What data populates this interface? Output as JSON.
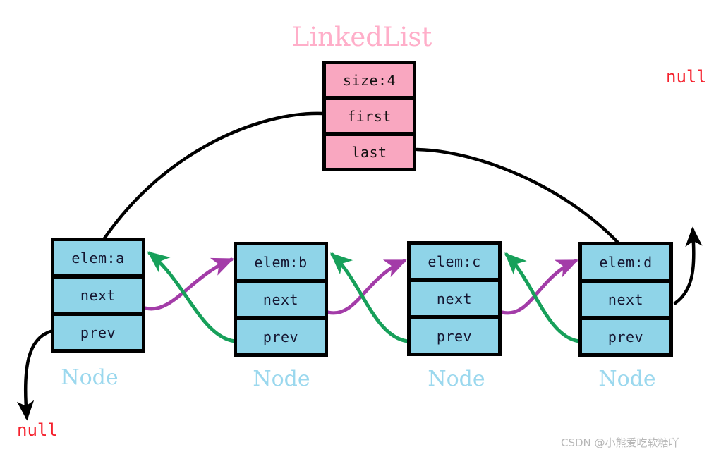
{
  "diagram": {
    "title": "LinkedList",
    "title_color": "#ffaec9",
    "struct": {
      "fill": "#f9a7c0",
      "fields": [
        {
          "label": "size:4"
        },
        {
          "label": "first"
        },
        {
          "label": "last"
        }
      ]
    },
    "node_fill": "#8fd4e8",
    "node_label": "Node",
    "node_label_color": "#9bd8ee",
    "nodes": [
      {
        "elem": "elem:a",
        "next": "next",
        "prev": "prev",
        "label": "Node"
      },
      {
        "elem": "elem:b",
        "next": "next",
        "prev": "prev",
        "label": "Node"
      },
      {
        "elem": "elem:c",
        "next": "next",
        "prev": "prev",
        "label": "Node"
      },
      {
        "elem": "elem:d",
        "next": "next",
        "prev": "prev",
        "label": "Node"
      }
    ],
    "nulls": [
      {
        "text": "null",
        "position": "top-right"
      },
      {
        "text": "null",
        "position": "bottom-left"
      }
    ],
    "null_color": "#f5212d",
    "link_colors": {
      "next_pointer": "#a33ca8",
      "prev_pointer": "#17a05a",
      "struct_pointer": "#000000"
    },
    "watermark": "CSDN @小熊爱吃软糖吖"
  }
}
